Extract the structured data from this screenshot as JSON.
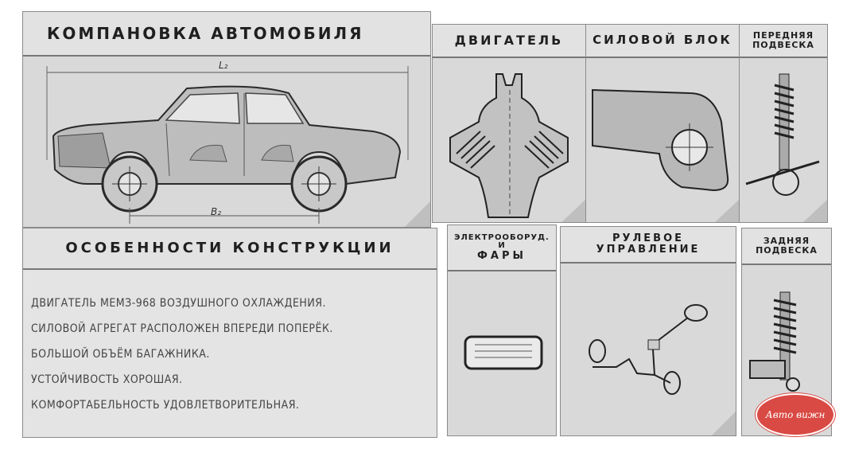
{
  "layout_panel": {
    "title": "КОМПАНОВКА АВТОМОБИЛЯ",
    "dim_length": "L₂",
    "dim_base": "B₂"
  },
  "engine_panel": {
    "title": "ДВИГАТЕЛЬ"
  },
  "power_unit_panel": {
    "title": "СИЛОВОЙ БЛОК"
  },
  "front_suspension_panel": {
    "title_line1": "ПЕРЕДНЯЯ",
    "title_line2": "ПОДВЕСКА"
  },
  "features_panel": {
    "title": "ОСОБЕННОСТИ КОНСТРУКЦИИ",
    "lines": [
      "ДВИГАТЕЛЬ МЕМЗ-968 ВОЗДУШНОГО ОХЛАЖДЕНИЯ.",
      "СИЛОВОЙ АГРЕГАТ РАСПОЛОЖЕН ВПЕРЕДИ ПОПЕРЁК.",
      "БОЛЬШОЙ ОБЪЁМ БАГАЖНИКА.",
      "УСТОЙЧИВОСТЬ ХОРОШАЯ.",
      "КОМФОРТАБЕЛЬНОСТЬ УДОВЛЕТВОРИТЕЛЬНАЯ."
    ]
  },
  "electrical_panel": {
    "title_line1": "ЭЛЕКТРООБОРУД.",
    "title_line2": "И",
    "title_line3": "ФАРЫ"
  },
  "steering_panel": {
    "title_line1": "РУЛЕВОЕ",
    "title_line2": "УПРАВЛЕНИЕ"
  },
  "rear_suspension_panel": {
    "title_line1": "ЗАДНЯЯ",
    "title_line2": "ПОДВЕСКА"
  },
  "watermark": {
    "text": "Авто вижн"
  },
  "colors": {
    "panel": "#d9d9d9",
    "header": "#e2e2e2",
    "ink": "#1f1f1f",
    "watermark": "#d94a44"
  }
}
